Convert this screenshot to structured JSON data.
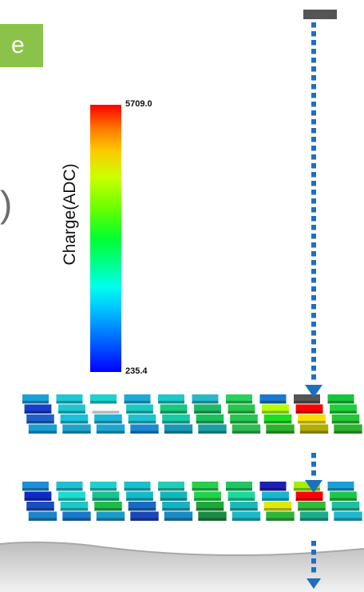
{
  "tab_letter": "e",
  "side_paren": ")",
  "colorbar": {
    "label": "Charge(ADC)",
    "max_label": "5709.0",
    "min_label": "235.4",
    "max": 5709.0,
    "min": 235.4
  },
  "colors": {
    "beam": "#1f6fbf",
    "top_block": "#555555",
    "tab": "#8bc34a"
  },
  "pixels_top": [
    [
      "#1ba1d8",
      "#1fc7d6",
      "#1bd3d0",
      "#1fa9d8",
      "#1cc9c8",
      "#2ab8c8",
      "#29d15b",
      "#1a78d0",
      "#555555",
      "#16c63a"
    ],
    [
      "#1a3dc9",
      "#1fc6cf",
      "#ffffff",
      "#1bc9c1",
      "#19c87c",
      "#1fb867",
      "#29c64b",
      "#b6ff00",
      "#ff0000",
      "#1fcf3a"
    ],
    [
      "#1f60c6",
      "#1ac0d8",
      "#1fb3d4",
      "#1ec1cf",
      "#19c9a6",
      "#1bbf5b",
      "#27c44f",
      "#1edc21",
      "#f7e000",
      "#28c43a"
    ],
    [
      "#1a9fd4",
      "#22a3cc",
      "#1fa6d0",
      "#1b89d1",
      "#1b97b8",
      "#1c9ea5",
      "#2dbc50",
      "#2fb22d",
      "#b2ad00",
      "#2fb22d"
    ]
  ],
  "pixels_bottom": [
    [
      "#1c8fd9",
      "#1fc0d6",
      "#1fd0cf",
      "#19c0d0",
      "#23ceb8",
      "#26d04b",
      "#1fc662",
      "#1c1fb8",
      "#a0f000",
      "#1aa0d8"
    ],
    [
      "#0c2bc8",
      "#1edbd0",
      "#1ac28d",
      "#15b9c7",
      "#12b5bc",
      "#1fd449",
      "#1ad8a0",
      "#1ab7cc",
      "#ff0000",
      "#1cc745"
    ],
    [
      "#1a4cc0",
      "#1dc8c8",
      "#1bbc4a",
      "#1a69c6",
      "#17b1c4",
      "#1ea73d",
      "#1ab9b9",
      "#e0ea00",
      "#2dbe3a",
      "#1fbfa4"
    ],
    [
      "#1c86c8",
      "#1a78c8",
      "#1c9ac9",
      "#1a46b8",
      "#1a8ac3",
      "#1b8a44",
      "#1bb8c8",
      "#2fb63a",
      "#1cac8c",
      "#20b7cc"
    ]
  ]
}
